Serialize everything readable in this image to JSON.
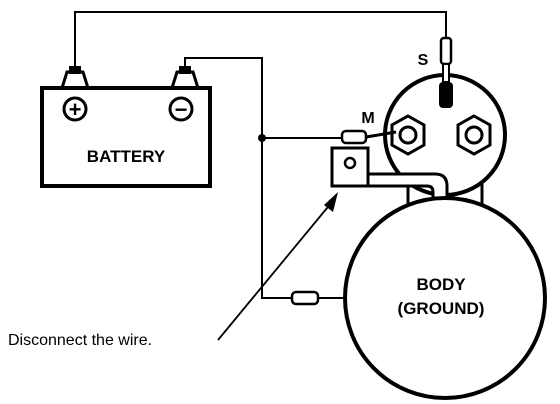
{
  "labels": {
    "battery": "BATTERY",
    "terminal_s": "S",
    "terminal_m": "M",
    "body_line1": "BODY",
    "body_line2": "(GROUND)",
    "caption": "Disconnect the wire."
  },
  "battery_terminals": {
    "positive": "+",
    "negative": "−"
  },
  "colors": {
    "ink": "#000000",
    "paper": "#ffffff"
  }
}
